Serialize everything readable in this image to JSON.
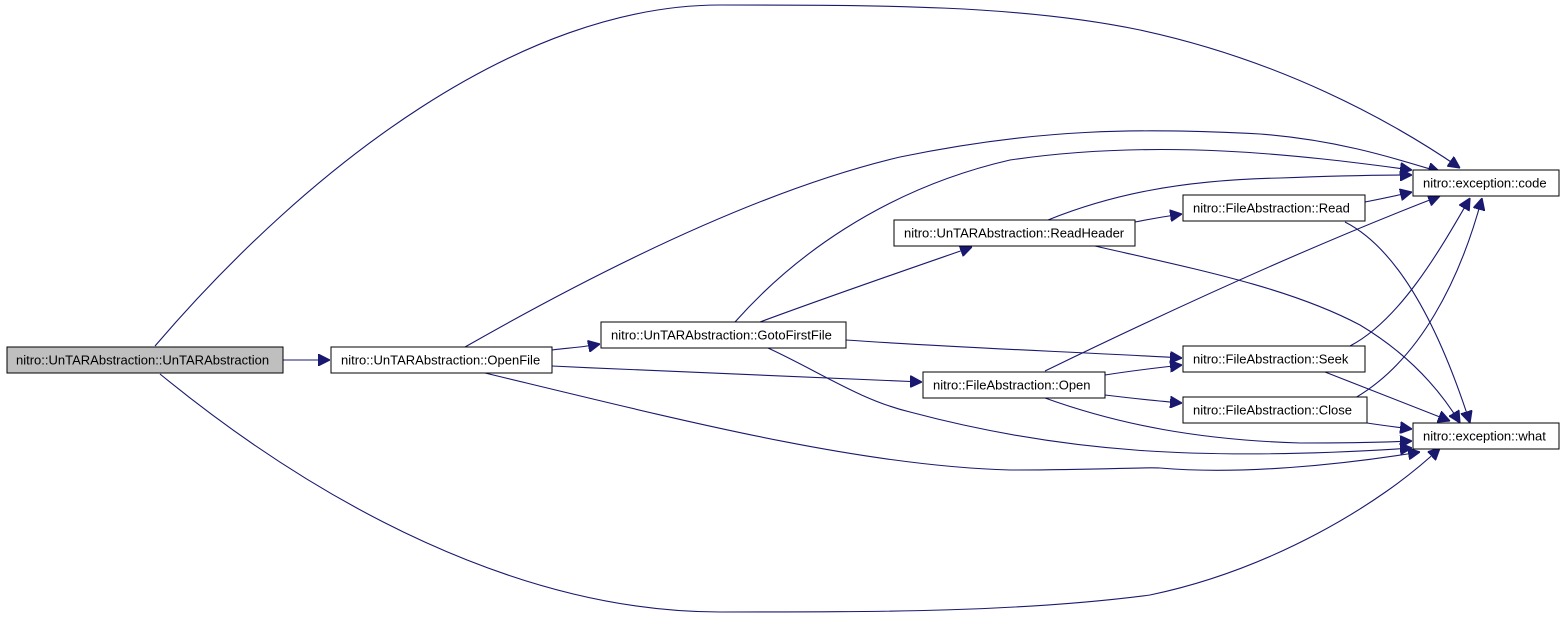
{
  "colors": {
    "edge": "#191970",
    "node_fill": "#ffffff",
    "root_fill": "#bfbfbf",
    "node_border": "#000000"
  },
  "nodes": {
    "untar_ctor": "nitro::UnTARAbstraction::UnTARAbstraction",
    "open_file": "nitro::UnTARAbstraction::OpenFile",
    "goto_first_file": "nitro::UnTARAbstraction::GotoFirstFile",
    "read_header": "nitro::UnTARAbstraction::ReadHeader",
    "file_open": "nitro::FileAbstraction::Open",
    "file_read": "nitro::FileAbstraction::Read",
    "file_seek": "nitro::FileAbstraction::Seek",
    "file_close": "nitro::FileAbstraction::Close",
    "exception_code": "nitro::exception::code",
    "exception_what": "nitro::exception::what"
  },
  "edges": [
    [
      "untar_ctor",
      "open_file"
    ],
    [
      "untar_ctor",
      "exception_code"
    ],
    [
      "untar_ctor",
      "exception_what"
    ],
    [
      "open_file",
      "goto_first_file"
    ],
    [
      "open_file",
      "file_open"
    ],
    [
      "open_file",
      "exception_code"
    ],
    [
      "open_file",
      "exception_what"
    ],
    [
      "goto_first_file",
      "read_header"
    ],
    [
      "goto_first_file",
      "file_seek"
    ],
    [
      "goto_first_file",
      "exception_code"
    ],
    [
      "goto_first_file",
      "exception_what"
    ],
    [
      "read_header",
      "file_read"
    ],
    [
      "read_header",
      "exception_code"
    ],
    [
      "read_header",
      "exception_what"
    ],
    [
      "file_open",
      "file_seek"
    ],
    [
      "file_open",
      "file_close"
    ],
    [
      "file_open",
      "exception_code"
    ],
    [
      "file_open",
      "exception_what"
    ],
    [
      "file_read",
      "exception_code"
    ],
    [
      "file_read",
      "exception_what"
    ],
    [
      "file_seek",
      "exception_code"
    ],
    [
      "file_seek",
      "exception_what"
    ],
    [
      "file_close",
      "exception_code"
    ],
    [
      "file_close",
      "exception_what"
    ]
  ]
}
